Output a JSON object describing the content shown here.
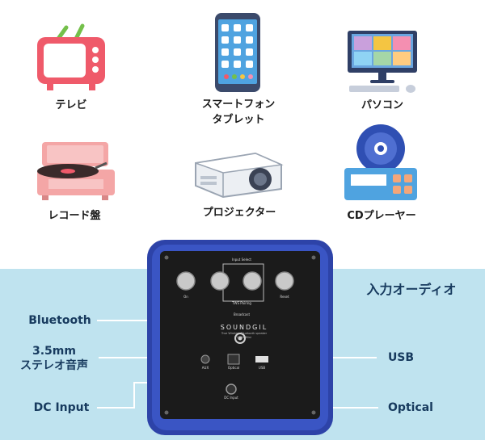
{
  "devices": {
    "tv": "テレビ",
    "smartphone_line1": "スマートフォン",
    "smartphone_line2": "タブレット",
    "pc": "パソコン",
    "record_player": "レコード盤",
    "projector": "プロジェクター",
    "cd_player": "CDプレーヤー"
  },
  "inputs_title": "入力オーディオ",
  "callouts": {
    "bluetooth": "Bluetooth",
    "stereo_line1": "3.5mm",
    "stereo_line2": "ステレオ音声",
    "dc_input": "DC Input",
    "usb": "USB",
    "optical": "Optical"
  },
  "speaker_panel": {
    "brand": "SOUNDGIL",
    "tagline": "True Wireless Bluetooth speaker",
    "model": "CUBE Mini",
    "input_select": "Input Select",
    "tws_pairing": "TWS Pairing",
    "broadcast": "Broadcast",
    "on_label": "On",
    "reset_label": "Reset",
    "aux_label": "AUX",
    "optical_label": "Optical",
    "usb_label": "USB",
    "dc_label": "DC Input"
  },
  "colors": {
    "band": "#bfe3ef",
    "speaker_shell": "#2d43a8",
    "panel": "#1b1b1b",
    "callout_text": "#173a5e",
    "tv_red": "#ef5a6a",
    "pink": "#f4a6a6"
  }
}
